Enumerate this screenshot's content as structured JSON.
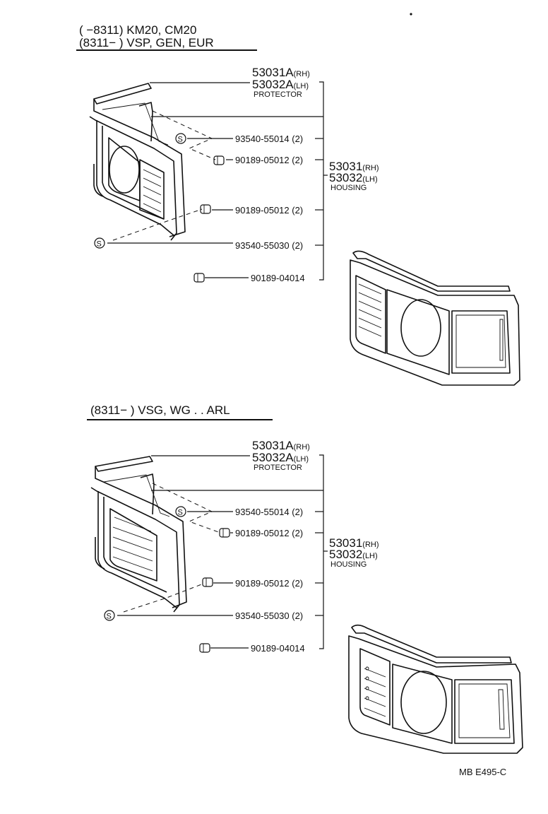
{
  "section1": {
    "header_line1": "(      −8311) KM20, CM20",
    "header_line2": "(8311−        ) VSP, GEN, EUR",
    "protector_rh": "53031A",
    "protector_rh_suffix": "(RH)",
    "protector_lh": "53032A",
    "protector_lh_suffix": "(LH)",
    "protector_name": "PROTECTOR",
    "housing_rh": "53031",
    "housing_rh_suffix": "(RH)",
    "housing_lh": "53032",
    "housing_lh_suffix": "(LH)",
    "housing_name": "HOUSING",
    "parts": [
      {
        "label": "93540-55014 (2)",
        "icon": "s-screw-icon"
      },
      {
        "label": "90189-05012 (2)",
        "icon": "clip-nut-icon"
      },
      {
        "label": "90189-05012 (2)",
        "icon": "clip-nut-icon"
      },
      {
        "label": "93540-55030 (2)",
        "icon": "s-screw-icon"
      },
      {
        "label": "90189-04014",
        "icon": "clip-nut-icon"
      }
    ]
  },
  "section2": {
    "header_line1": "(8311−        ) VSG, WG . . ARL",
    "protector_rh": "53031A",
    "protector_rh_suffix": "(RH)",
    "protector_lh": "53032A",
    "protector_lh_suffix": "(LH)",
    "protector_name": "PROTECTOR",
    "housing_rh": "53031",
    "housing_rh_suffix": "(RH)",
    "housing_lh": "53032",
    "housing_lh_suffix": "(LH)",
    "housing_name": "HOUSING",
    "parts": [
      {
        "label": "93540-55014 (2)",
        "icon": "s-screw-icon"
      },
      {
        "label": "90189-05012 (2)",
        "icon": "clip-nut-icon"
      },
      {
        "label": "90189-05012 (2)",
        "icon": "clip-nut-icon"
      },
      {
        "label": "93540-55030 (2)",
        "icon": "s-screw-icon"
      },
      {
        "label": "90189-04014",
        "icon": "clip-nut-icon"
      }
    ]
  },
  "footer": {
    "code": "MB  E495-C"
  },
  "screw_symbol": "S"
}
